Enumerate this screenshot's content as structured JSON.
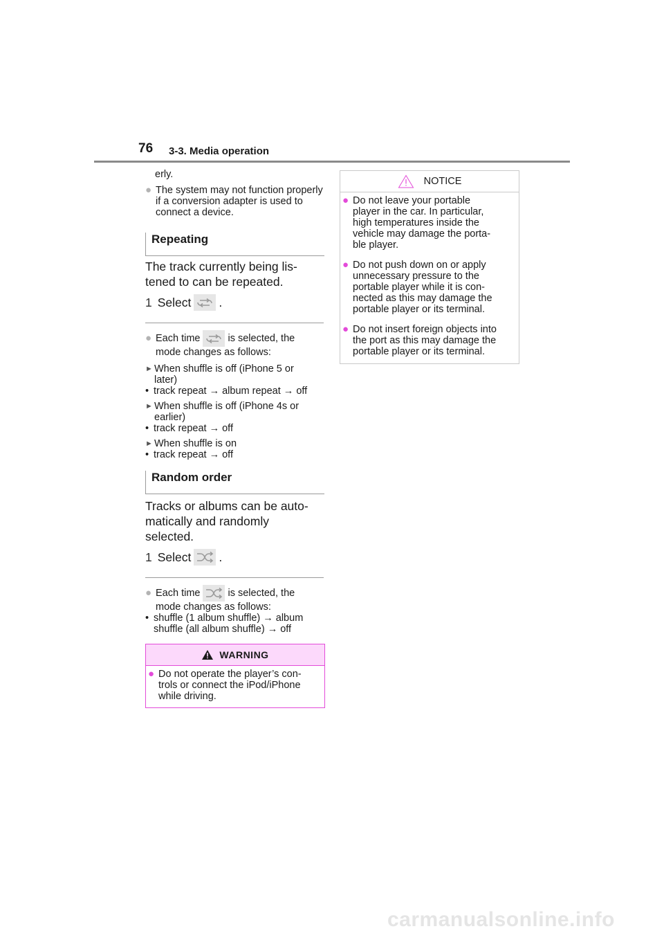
{
  "header": {
    "page_number": "76",
    "section_title": "3-3. Media operation"
  },
  "left": {
    "cont_text": "erly.",
    "bullet_conversion": "The system may not function properly if a conversion adapter is used to connect a device.",
    "repeating": {
      "heading": "Repeating",
      "intro_1": "The track currently being lis-",
      "intro_2": "tened to can be repeated.",
      "step_num": "1",
      "step_text": "Select",
      "step_end": ".",
      "note_a": "Each time",
      "note_b": "is selected, the",
      "note_c": "mode changes as follows:",
      "case1_title_1": "When shuffle is off (iPhone 5 or",
      "case1_title_2": "later)",
      "case1_item": "track repeat → album repeat → off",
      "case2_title_1": "When shuffle is off (iPhone 4s or",
      "case2_title_2": "earlier)",
      "case2_item": "track repeat → off",
      "case3_title": "When shuffle is on",
      "case3_item": "track repeat → off"
    },
    "random": {
      "heading": "Random order",
      "intro_1": "Tracks or albums can be auto-",
      "intro_2": "matically and randomly",
      "intro_3": "selected.",
      "step_num": "1",
      "step_text": "Select",
      "step_end": ".",
      "note_a": "Each time",
      "note_b": "is selected, the",
      "note_c": "mode changes as follows:",
      "item_1": "shuffle (1 album shuffle) → album",
      "item_2": "shuffle (all album shuffle) → off"
    },
    "warning": {
      "title": "WARNING",
      "text_1": "Do not operate the player’s con-",
      "text_2": "trols or connect the iPod/iPhone",
      "text_3": "while driving."
    }
  },
  "notice": {
    "title": "NOTICE",
    "items": [
      [
        "Do not leave your portable",
        "player in the car. In particular,",
        "high temperatures inside the",
        "vehicle may damage the porta-",
        "ble player."
      ],
      [
        "Do not push down on or apply",
        "unnecessary pressure to the",
        "portable player while it is con-",
        "nected as this may damage the",
        "portable player or its terminal."
      ],
      [
        "Do not insert foreign objects into",
        "the port as this may damage the",
        "portable player or its terminal."
      ]
    ]
  },
  "icons": {
    "bullet": "●",
    "triangle": "►",
    "dot": "•",
    "repeat_icon": "repeat-icon",
    "shuffle_icon": "shuffle-icon",
    "warning_icon": "warning-triangle-icon",
    "accent_color": "#e34ad9",
    "warn_bg": "#fcd9fb"
  },
  "watermark": "carmanualsonline.info"
}
